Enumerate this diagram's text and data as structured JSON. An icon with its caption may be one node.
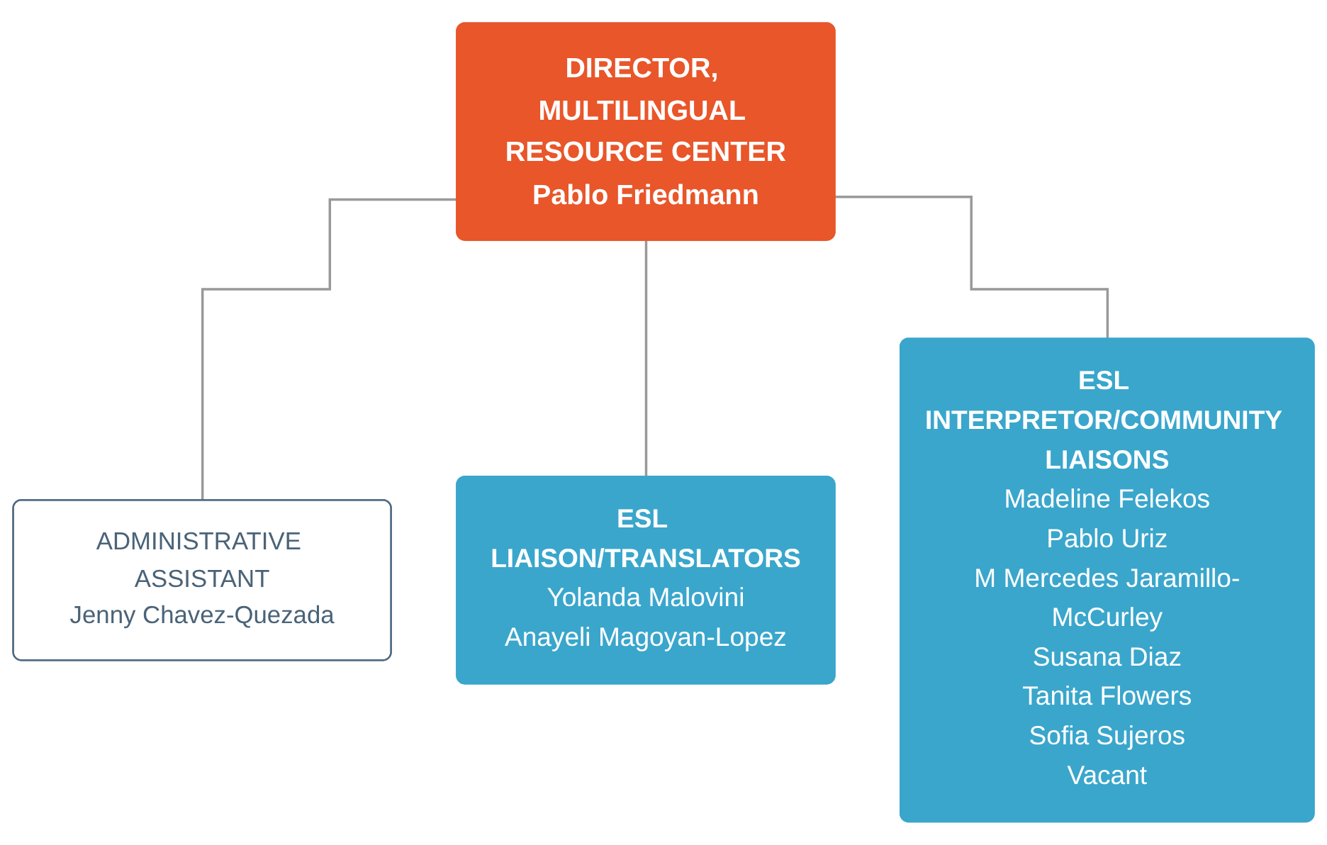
{
  "diagram": {
    "nodes": [
      {
        "text": [
          "DIRECTOR, MULTILINGUAL RESOURCE CENTER",
          "Pablo Friedmann"
        ]
      },
      {
        "text": [
          "ADMINISTRATIVE ASSISTANT",
          "Jenny Chavez-Quezada"
        ]
      },
      {
        "text": [
          "ESL LIAISON/TRANSLATORS",
          "Yolanda Malovini",
          "Anayeli Magoyan-Lopez"
        ]
      },
      {
        "text": [
          "ESL INTERPRETOR/COMMUNITY LIAISONS",
          "Madeline Felekos",
          "Pablo Uriz",
          "M Mercedes Jaramillo-McCurley",
          "Susana Diaz",
          "Tanita Flowers",
          "Sofia Sujeros",
          "Vacant"
        ]
      }
    ],
    "edges": [
      {
        "from": 0,
        "to": 1,
        "arrow": "none"
      },
      {
        "from": 0,
        "to": 2,
        "arrow": "none"
      },
      {
        "from": 0,
        "to": 3,
        "arrow": "none"
      }
    ]
  }
}
